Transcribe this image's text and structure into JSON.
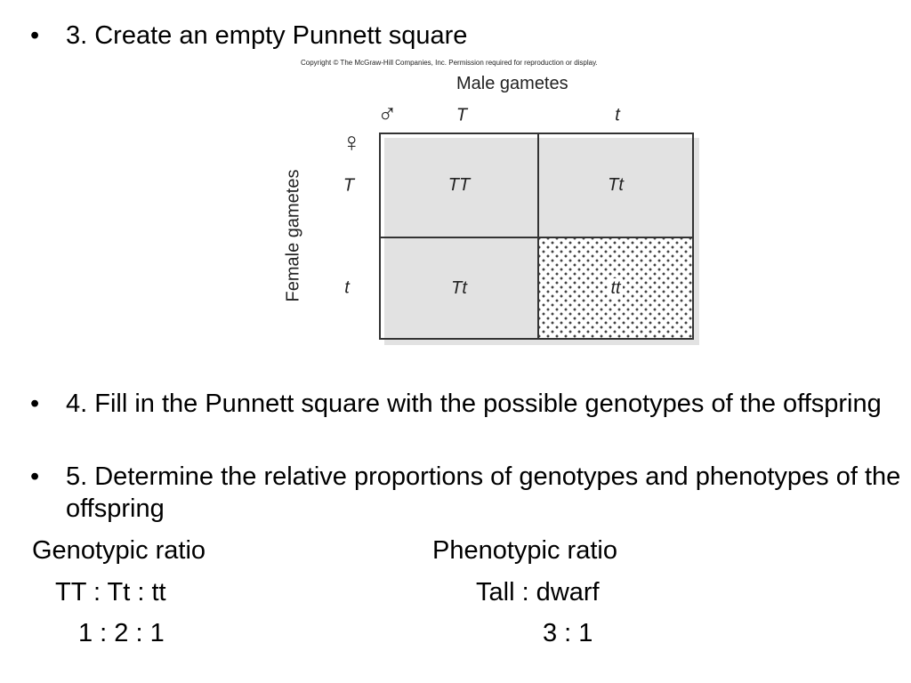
{
  "bullets": {
    "step3": "3. Create an empty Punnett square",
    "step4": "4. Fill in the Punnett square with the possible genotypes of the offspring",
    "step5": "5. Determine the relative proportions of genotypes and phenotypes of the offspring"
  },
  "bullet_symbol": "•",
  "diagram": {
    "copyright": "Copyright © The McGraw-Hill Companies, Inc. Permission required for reproduction or display.",
    "male_label": "Male gametes",
    "female_label": "Female gametes",
    "male_symbol": "♂",
    "female_symbol": "♀",
    "male_alleles": [
      "T",
      "t"
    ],
    "female_alleles": [
      "T",
      "t"
    ],
    "cells": [
      [
        "TT",
        "Tt"
      ],
      [
        "Tt",
        "tt"
      ]
    ],
    "shaded_cell_note": "tt"
  },
  "ratios": {
    "genotypic_heading": "Genotypic ratio",
    "genotypic_labels": "TT : Tt : tt",
    "genotypic_values": "1 : 2 : 1",
    "phenotypic_heading": "Phenotypic ratio",
    "phenotypic_labels": "Tall : dwarf",
    "phenotypic_values": "3 : 1"
  }
}
